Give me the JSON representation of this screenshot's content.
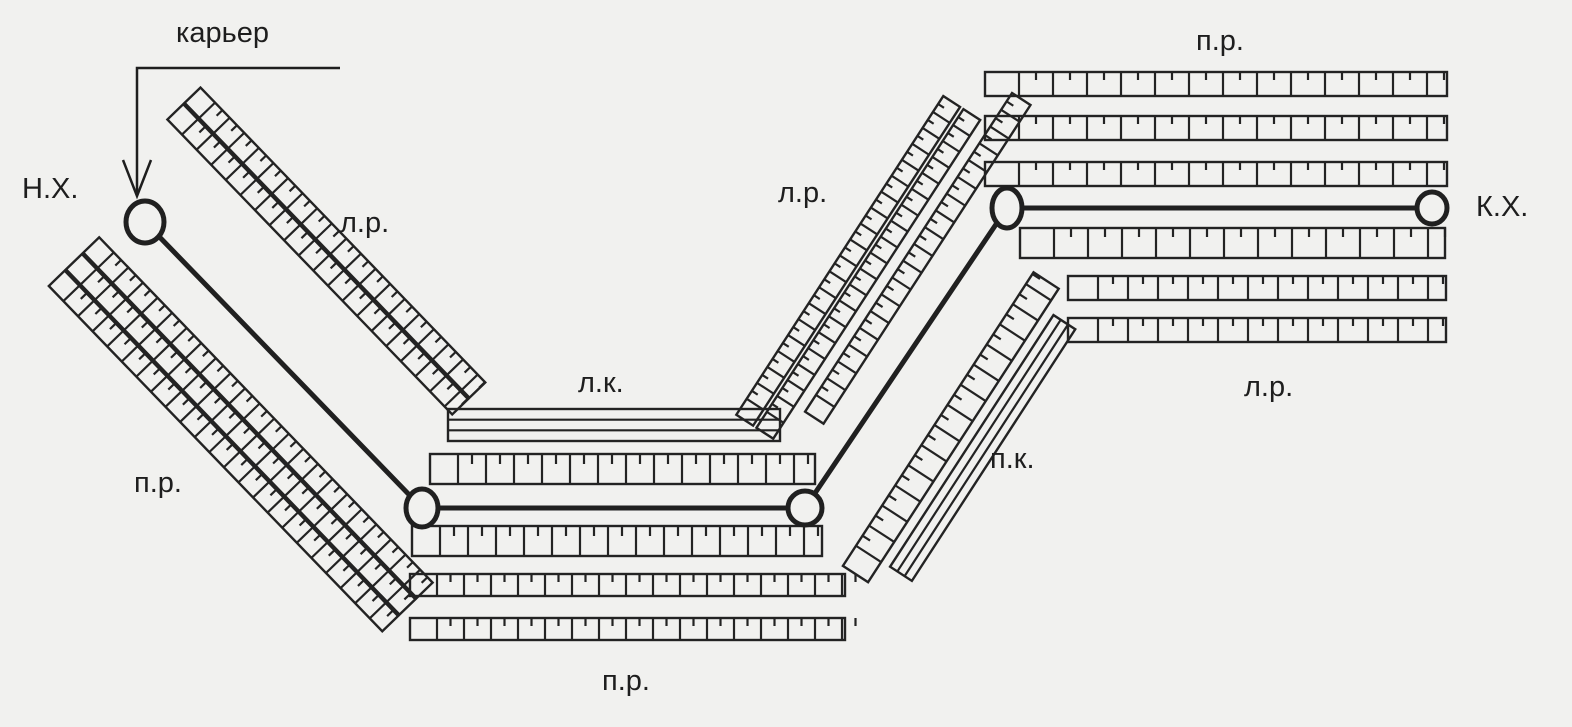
{
  "labels": {
    "quarry": "карьер",
    "start_node": "Н.Х.",
    "end_node": "К.Х.",
    "left_rows_upper_left": "л.р.",
    "right_rows_lower_left": "п.р.",
    "left_sleeper": "л.к.",
    "right_rows_bottom": "п.р.",
    "left_rows_middle": "л.р.",
    "right_sleeper": "п.к.",
    "right_rows_top": "п.р.",
    "left_rows_right": "л.р."
  }
}
